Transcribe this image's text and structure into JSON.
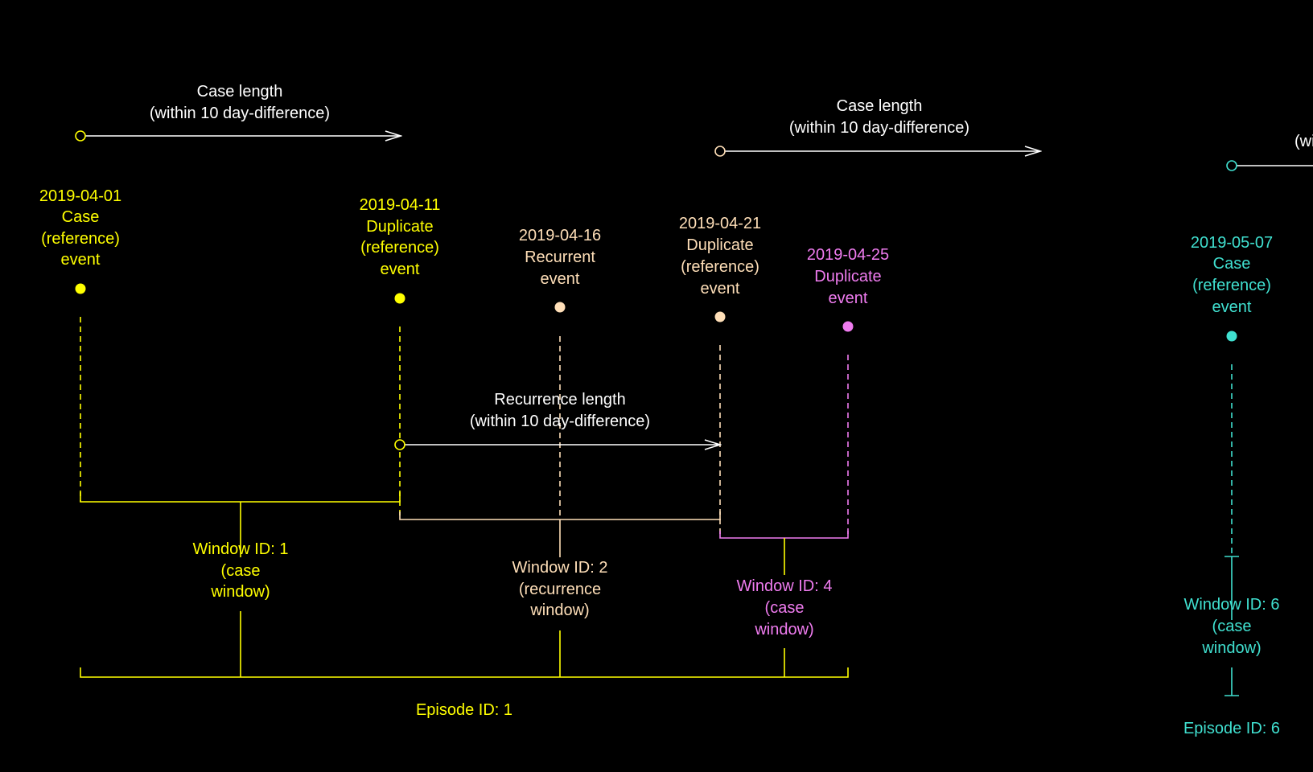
{
  "colors": {
    "background": "#000000",
    "episode_1": "#ffff00",
    "window_1": "#ffff00",
    "window_2": "#ffdfb8",
    "window_4": "#f07cf0",
    "episode_6": "#40e0d0",
    "arrow": "#ffffff"
  },
  "case_length_1": {
    "line1": "Case length",
    "line2": "(within 10 day-difference)"
  },
  "case_length_2": {
    "line1": "Case length",
    "line2": "(within 10 day-difference)"
  },
  "case_length_3": {
    "line1": "(wi"
  },
  "recurrence_length": {
    "line1": "Recurrence length",
    "line2": "(within 10 day-difference)"
  },
  "events": [
    {
      "date": "2019-04-01",
      "l1": "Case",
      "l2": "(reference)",
      "l3": "event"
    },
    {
      "date": "2019-04-11",
      "l1": "Duplicate",
      "l2": "(reference)",
      "l3": "event"
    },
    {
      "date": "2019-04-16",
      "l1": "Recurrent",
      "l2": "event",
      "l3": ""
    },
    {
      "date": "2019-04-21",
      "l1": "Duplicate",
      "l2": "(reference)",
      "l3": "event"
    },
    {
      "date": "2019-04-25",
      "l1": "Duplicate",
      "l2": "event",
      "l3": ""
    },
    {
      "date": "2019-05-07",
      "l1": "Case",
      "l2": "(reference)",
      "l3": "event"
    }
  ],
  "windows": [
    {
      "l1": "Window ID: 1",
      "l2": "(case",
      "l3": "window)"
    },
    {
      "l1": "Window ID: 2",
      "l2": "(recurrence",
      "l3": "window)"
    },
    {
      "l1": "Window ID: 4",
      "l2": "(case",
      "l3": "window)"
    },
    {
      "l1": "Window ID: 6",
      "l2": "(case",
      "l3": "window)"
    }
  ],
  "episodes": [
    {
      "label": "Episode ID: 1"
    },
    {
      "label": "Episode ID: 6"
    }
  ]
}
